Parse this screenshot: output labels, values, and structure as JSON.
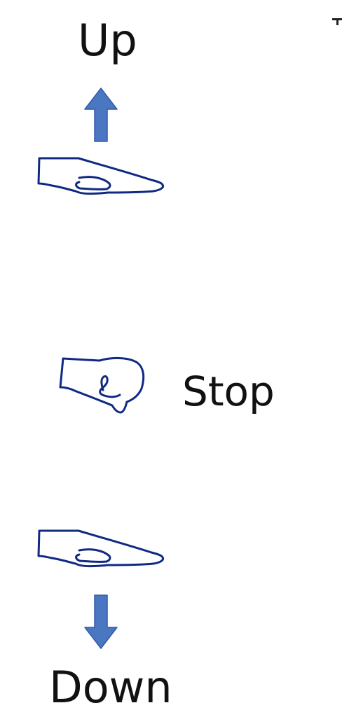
{
  "labels": {
    "up": "Up",
    "stop": "Stop",
    "down": "Down"
  },
  "colors": {
    "arrow_fill": "#4b76c2",
    "arrow_edge": "#315aa5",
    "hand_stroke": "#102a83",
    "text": "#111111",
    "background": "#ffffff"
  },
  "icons": {
    "up_arrow": "arrow-up-icon",
    "down_arrow": "arrow-down-icon",
    "flat_hand": "flat-hand-icon",
    "fist": "fist-icon"
  }
}
